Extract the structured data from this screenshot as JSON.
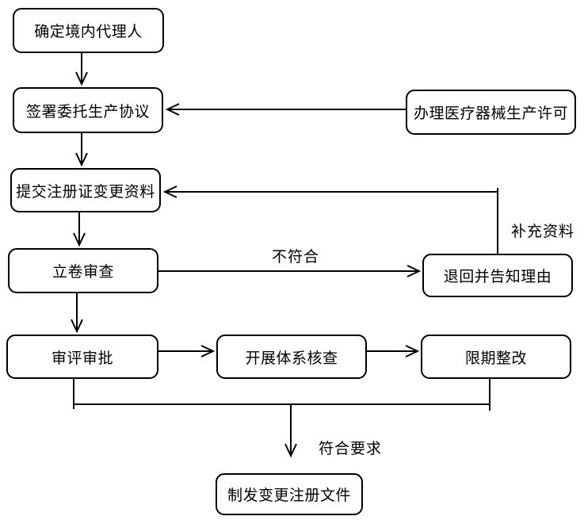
{
  "diagram": {
    "background": "#ffffff",
    "line_color": "#000000",
    "box_fill": "#ffffff",
    "box_border": "#000000",
    "nodes": [
      {
        "name": "determine-domestic-agent",
        "label": "确定境内代理人"
      },
      {
        "name": "sign-entrusted-production-agreement",
        "label": "签署委托生产协议"
      },
      {
        "name": "apply-medical-device-production-license",
        "label": "办理医疗器械生产许可"
      },
      {
        "name": "submit-registration-change-materials",
        "label": "提交注册证变更资料"
      },
      {
        "name": "filing-review",
        "label": "立卷审查"
      },
      {
        "name": "return-and-notify-reason",
        "label": "退回并告知理由"
      },
      {
        "name": "review-and-approval",
        "label": "审评审批"
      },
      {
        "name": "conduct-system-inspection",
        "label": "开展体系核查"
      },
      {
        "name": "rectify-within-time-limit",
        "label": "限期整改"
      },
      {
        "name": "issue-change-registration-documents",
        "label": "制发变更注册文件"
      }
    ],
    "edge_labels": {
      "not_conform": "不符合",
      "supplementary_materials": "补充资料",
      "meets_requirements": "符合要求"
    }
  }
}
